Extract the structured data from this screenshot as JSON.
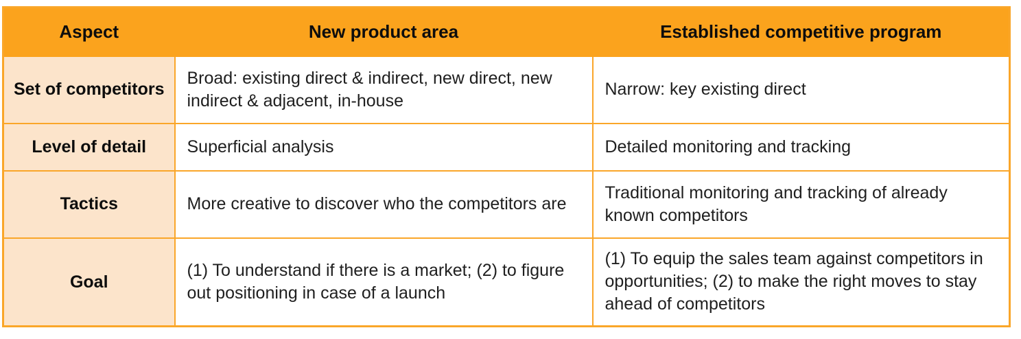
{
  "chart_data": {
    "type": "table",
    "columns": [
      "Aspect",
      "New product area",
      "Established competitive program"
    ],
    "rows": [
      [
        "Set of competitors",
        "Broad: existing direct & indirect, new direct, new indirect & adjacent, in-house",
        "Narrow: key existing direct"
      ],
      [
        "Level of detail",
        "Superficial analysis",
        "Detailed monitoring and tracking"
      ],
      [
        "Tactics",
        "More creative to discover who the competitors are",
        "Traditional monitoring and tracking of already known competitors"
      ],
      [
        "Goal",
        "(1) To understand if there is a market; (2) to figure out positioning in case of a launch",
        "(1) To equip the sales team against competitors in opportunities; (2) to make the right moves to stay ahead of competitors"
      ]
    ],
    "layout": {
      "header_position": "top",
      "row_label_column": "Aspect",
      "grid": true
    }
  },
  "colors": {
    "header_bg": "#FBA31D",
    "border": "#FAA629",
    "aspect_col_bg": "#FCE4CB",
    "header_text": "#0D0D0D",
    "body_text": "#202020"
  }
}
